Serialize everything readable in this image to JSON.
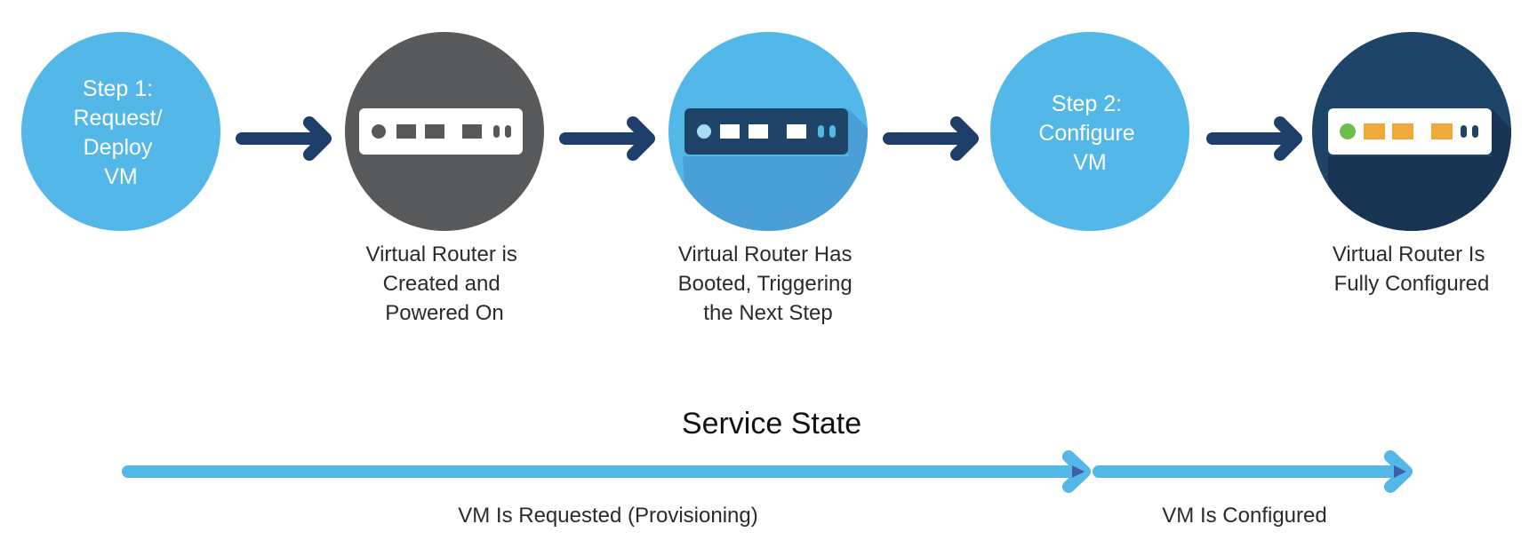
{
  "colors": {
    "light_blue": "#53b7e8",
    "mid_blue": "#4a9fd6",
    "navy": "#1e4468",
    "navy_dark": "#173553",
    "gray": "#58595b",
    "arrow_navy": "#1f3f6b",
    "green_led": "#6cc04a",
    "orange_port": "#f0a93b",
    "white": "#ffffff"
  },
  "steps": [
    {
      "label_lines": [
        "Step 1:",
        "Request/",
        "Deploy",
        "VM"
      ]
    },
    {
      "caption_lines": [
        "Virtual Router is",
        "Created and",
        "Powered On"
      ],
      "icon": "router-icon-gray"
    },
    {
      "caption_lines": [
        "Virtual Router Has",
        "Booted, Triggering",
        "the Next Step"
      ],
      "icon": "router-icon-blue"
    },
    {
      "label_lines": [
        "Step 2:",
        "Configure",
        "VM"
      ]
    },
    {
      "caption_lines": [
        "Virtual Router Is",
        "Fully Configured"
      ],
      "icon": "router-icon-configured"
    }
  ],
  "timeline": {
    "title": "Service State",
    "phases": [
      {
        "label": "VM Is Requested (Provisioning)"
      },
      {
        "label": "VM Is Configured"
      }
    ]
  }
}
